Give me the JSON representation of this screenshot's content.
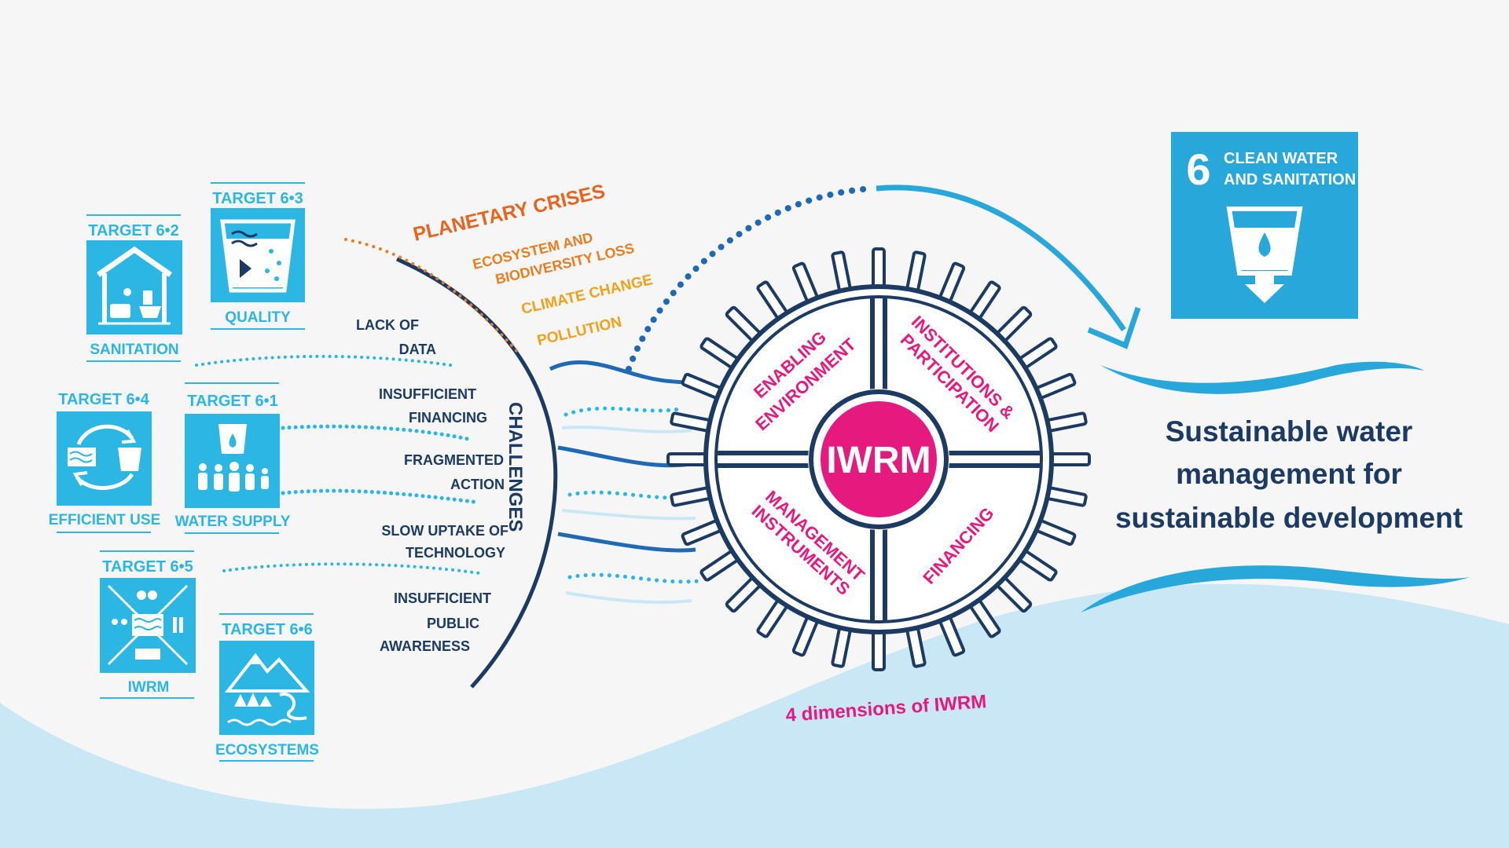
{
  "colors": {
    "background": "#f6f6f7",
    "light_water": "#c9e7f5",
    "target_blue": "#2bb6e3",
    "sdg_blue": "#28a8da",
    "navy": "#1d3a63",
    "magenta": "#e5197e",
    "orange_dark": "#e8641f",
    "orange_mid": "#ee7c1e",
    "orange_light": "#f3a01b"
  },
  "targets": [
    {
      "id": "6-2",
      "label": "TARGET 6•2",
      "caption": "SANITATION",
      "icon": "sanitation-icon"
    },
    {
      "id": "6-3",
      "label": "TARGET 6•3",
      "caption": "QUALITY",
      "icon": "water-quality-icon"
    },
    {
      "id": "6-4",
      "label": "TARGET 6•4",
      "caption": "EFFICIENT USE",
      "icon": "efficient-use-icon"
    },
    {
      "id": "6-1",
      "label": "TARGET 6•1",
      "caption": "WATER SUPPLY",
      "icon": "water-supply-icon"
    },
    {
      "id": "6-5",
      "label": "TARGET 6•5",
      "caption": "IWRM",
      "icon": "iwrm-icon"
    },
    {
      "id": "6-6",
      "label": "TARGET 6•6",
      "caption": "ECOSYSTEMS",
      "icon": "ecosystems-icon"
    }
  ],
  "planetary_crises": {
    "title": "PLANETARY CRISES",
    "items": [
      "ECOSYSTEM AND",
      "BIODIVERSITY LOSS",
      "CLIMATE CHANGE",
      "POLLUTION"
    ]
  },
  "challenges": {
    "title": "CHALLENGES",
    "items": [
      [
        "LACK OF",
        "DATA"
      ],
      [
        "INSUFFICIENT",
        "FINANCING"
      ],
      [
        "FRAGMENTED",
        "ACTION"
      ],
      [
        "SLOW UPTAKE OF",
        "TECHNOLOGY"
      ],
      [
        "INSUFFICIENT",
        "PUBLIC",
        "AWARENESS"
      ]
    ]
  },
  "wheel": {
    "center": "IWRM",
    "quadrants": [
      "ENABLING",
      "ENVIRONMENT",
      "INSTITUTIONS &",
      "PARTICIPATION",
      "MANAGEMENT",
      "INSTRUMENTS",
      "FINANCING"
    ],
    "caption": "4 dimensions of IWRM"
  },
  "sdg": {
    "number": "6",
    "line1": "CLEAN WATER",
    "line2": "AND SANITATION",
    "icon": "water-glass-icon"
  },
  "outcome": [
    "Sustainable water",
    "management for",
    "sustainable development"
  ]
}
